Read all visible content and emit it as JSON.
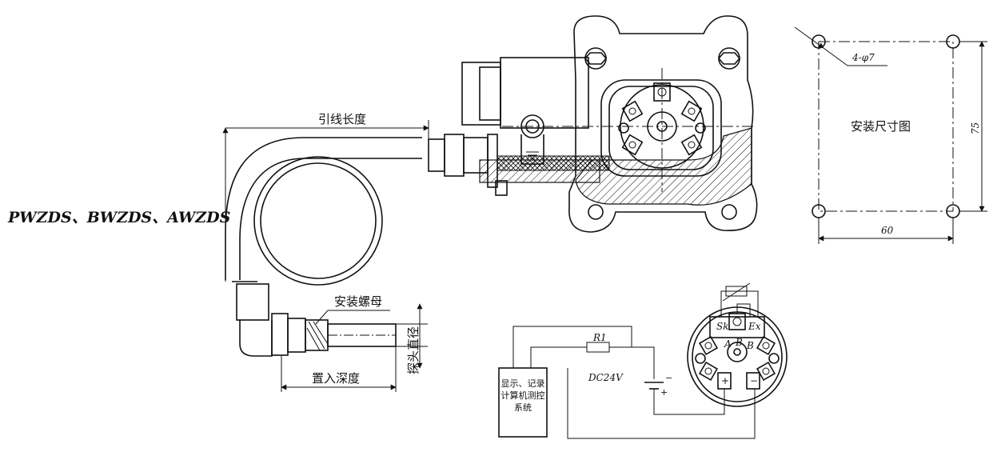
{
  "model_label": "PWZDS、BWZDS、AWZDS",
  "labels": {
    "lead_length": "引线长度",
    "mounting_nut": "安装螺母",
    "insertion_depth": "置入深度",
    "probe_diameter": "探头直径",
    "mounting_dimensions": "安装尺寸图",
    "hole_spec": "4-φ7",
    "dim_width": "60",
    "dim_height": "75",
    "resistor": "R1",
    "supply": "DC24V",
    "display_system": "显示、记录计算机测控系统",
    "terminal_sk": "Sk",
    "terminal_ex": "Ex",
    "terminal_a": "A",
    "terminal_b": "B",
    "terminal_b2": "B",
    "plus": "+",
    "minus": "−",
    "batt_minus": "−",
    "batt_plus": "+"
  },
  "colors": {
    "ink": "#111111",
    "background": "#ffffff"
  }
}
